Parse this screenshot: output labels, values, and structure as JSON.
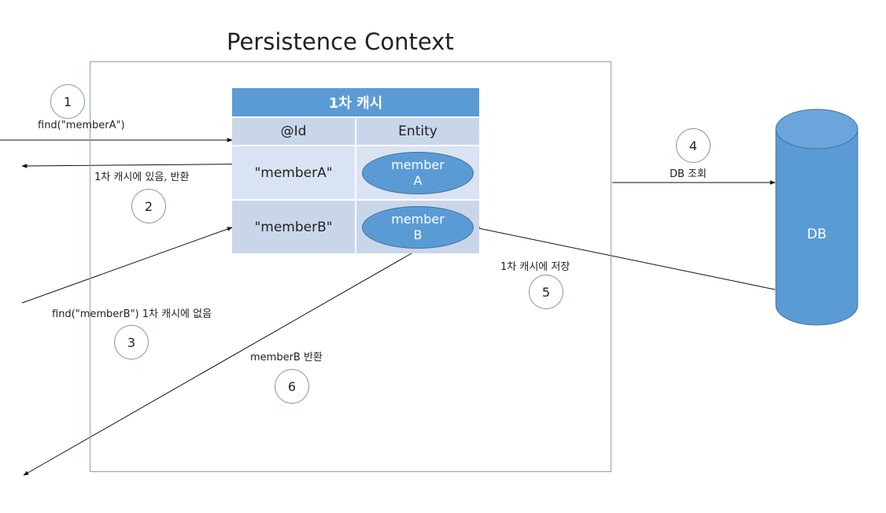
{
  "title": "Persistence Context",
  "cache": {
    "header": "1차 캐시",
    "col_id": "@Id",
    "col_entity": "Entity",
    "rows": [
      {
        "id": "\"memberA\"",
        "entity_line1": "member",
        "entity_line2": "A"
      },
      {
        "id": "\"memberB\"",
        "entity_line1": "member",
        "entity_line2": "B"
      }
    ]
  },
  "steps": [
    {
      "num": "1",
      "label": "find(\"memberA\")"
    },
    {
      "num": "2",
      "label": "1차 캐시에 있음, 반환"
    },
    {
      "num": "3",
      "label": "find(\"memberB\") 1차 캐시에 없음"
    },
    {
      "num": "4",
      "label": "DB 조회"
    },
    {
      "num": "5",
      "label": "1차 캐시에 저장"
    },
    {
      "num": "6",
      "label": "memberB 반환"
    }
  ],
  "db": {
    "label": "DB"
  },
  "colors": {
    "accent": "#5b9bd5",
    "row_light": "#dae3f3",
    "row_dark": "#c9d6ea",
    "border": "#8ea3b8"
  }
}
